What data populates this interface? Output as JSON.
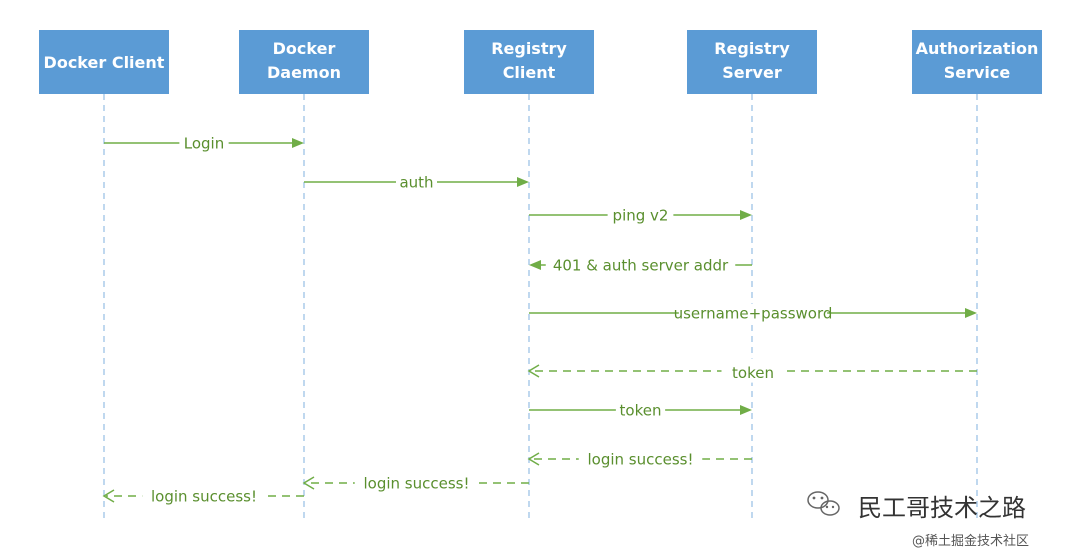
{
  "colors": {
    "actor_fill": "#5b9bd5",
    "actor_text": "#ffffff",
    "lifeline": "#9dc3e6",
    "message": "#70ad47",
    "label": "#5a8f2e",
    "watermark_text": "#333333"
  },
  "actors": [
    {
      "id": "docker-client",
      "lines": [
        "Docker Client"
      ]
    },
    {
      "id": "docker-daemon",
      "lines": [
        "Docker",
        "Daemon"
      ]
    },
    {
      "id": "registry-client",
      "lines": [
        "Registry",
        "Client"
      ]
    },
    {
      "id": "registry-server",
      "lines": [
        "Registry",
        "Server"
      ]
    },
    {
      "id": "authorization-service",
      "lines": [
        "Authorization",
        "Service"
      ]
    }
  ],
  "messages": [
    {
      "id": "login",
      "from": 0,
      "to": 1,
      "label": "Login",
      "style": "solid"
    },
    {
      "id": "auth",
      "from": 1,
      "to": 2,
      "label": "auth",
      "style": "solid"
    },
    {
      "id": "ping-v2",
      "from": 2,
      "to": 3,
      "label": "ping v2",
      "style": "solid"
    },
    {
      "id": "401-auth-server-addr",
      "from": 3,
      "to": 2,
      "label": "401 & auth server addr",
      "style": "solid"
    },
    {
      "id": "username-password",
      "from": 2,
      "to": 4,
      "label": "username+password",
      "style": "solid"
    },
    {
      "id": "token-return",
      "from": 4,
      "to": 2,
      "label": "token",
      "style": "dashed",
      "emphasis": true
    },
    {
      "id": "token-send",
      "from": 2,
      "to": 3,
      "label": "token",
      "style": "solid"
    },
    {
      "id": "login-success-1",
      "from": 3,
      "to": 2,
      "label": "login success!",
      "style": "dashed"
    },
    {
      "id": "login-success-2",
      "from": 2,
      "to": 1,
      "label": "login success!",
      "style": "dashed"
    },
    {
      "id": "login-success-3",
      "from": 1,
      "to": 0,
      "label": "login success!",
      "style": "dashed"
    }
  ],
  "watermark": {
    "channel": "民工哥技术之路",
    "source": "@稀土掘金技术社区"
  }
}
